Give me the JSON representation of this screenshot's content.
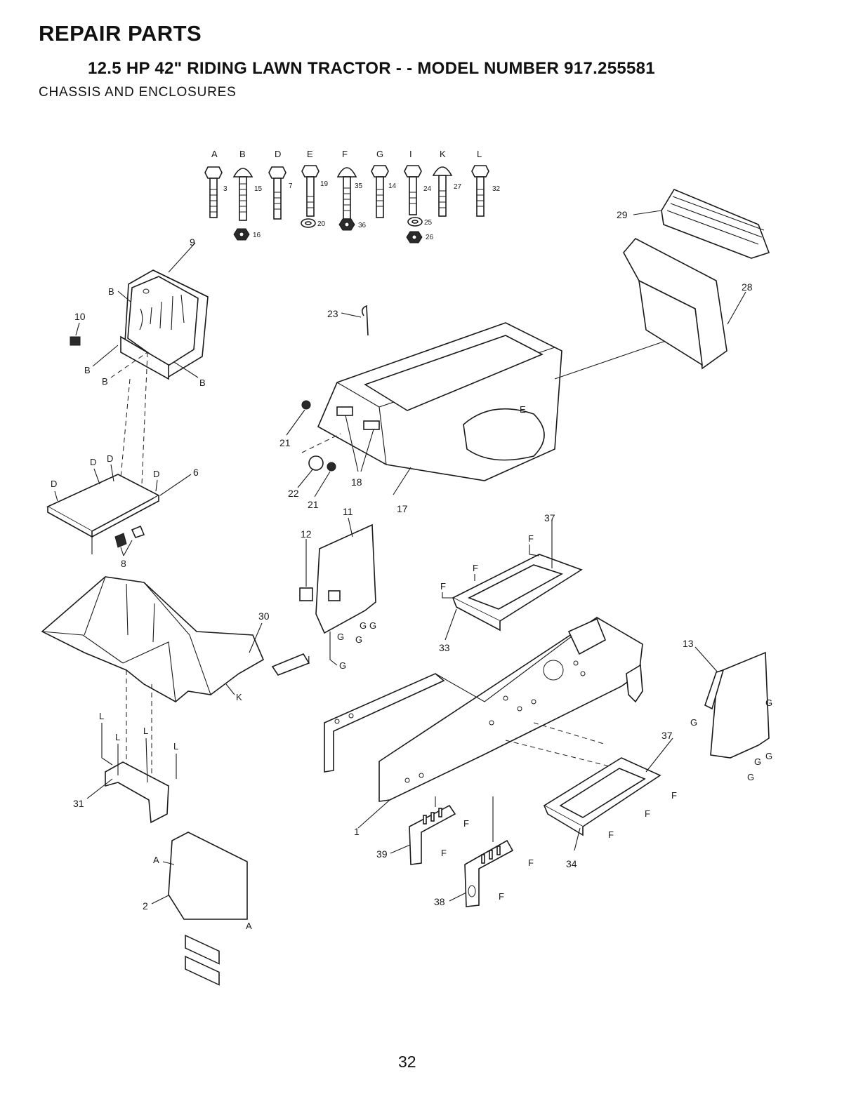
{
  "header": {
    "title": "REPAIR PARTS",
    "subtitle": "12.5 HP 42\" RIDING LAWN TRACTOR - - MODEL NUMBER 917.255581",
    "section": "CHASSIS AND ENCLOSURES"
  },
  "page_number": "32",
  "hardware": {
    "letters": [
      "A",
      "B",
      "D",
      "E",
      "F",
      "G",
      "I",
      "K",
      "L"
    ],
    "bolt_numbers": [
      "3",
      "15",
      "7",
      "19",
      "35",
      "14",
      "24",
      "27",
      "32"
    ],
    "small_parts": [
      "16",
      "20",
      "36",
      "25",
      "26"
    ]
  },
  "callouts": {
    "c1": "1",
    "c2": "2",
    "c6": "6",
    "c8": "8",
    "c9": "9",
    "c10": "10",
    "c11": "11",
    "c12": "12",
    "c13": "13",
    "c17": "17",
    "c18": "18",
    "c21a": "21",
    "c21b": "21",
    "c22": "22",
    "c23": "23",
    "c28": "28",
    "c29": "29",
    "c30": "30",
    "c31": "31",
    "c33": "33",
    "c34": "34",
    "c37a": "37",
    "c37b": "37",
    "c38": "38",
    "c39": "39"
  },
  "fastener_labels": {
    "A": "A",
    "B": "B",
    "D": "D",
    "E": "E",
    "F": "F",
    "G": "G",
    "I": "I",
    "K": "K",
    "L": "L"
  }
}
